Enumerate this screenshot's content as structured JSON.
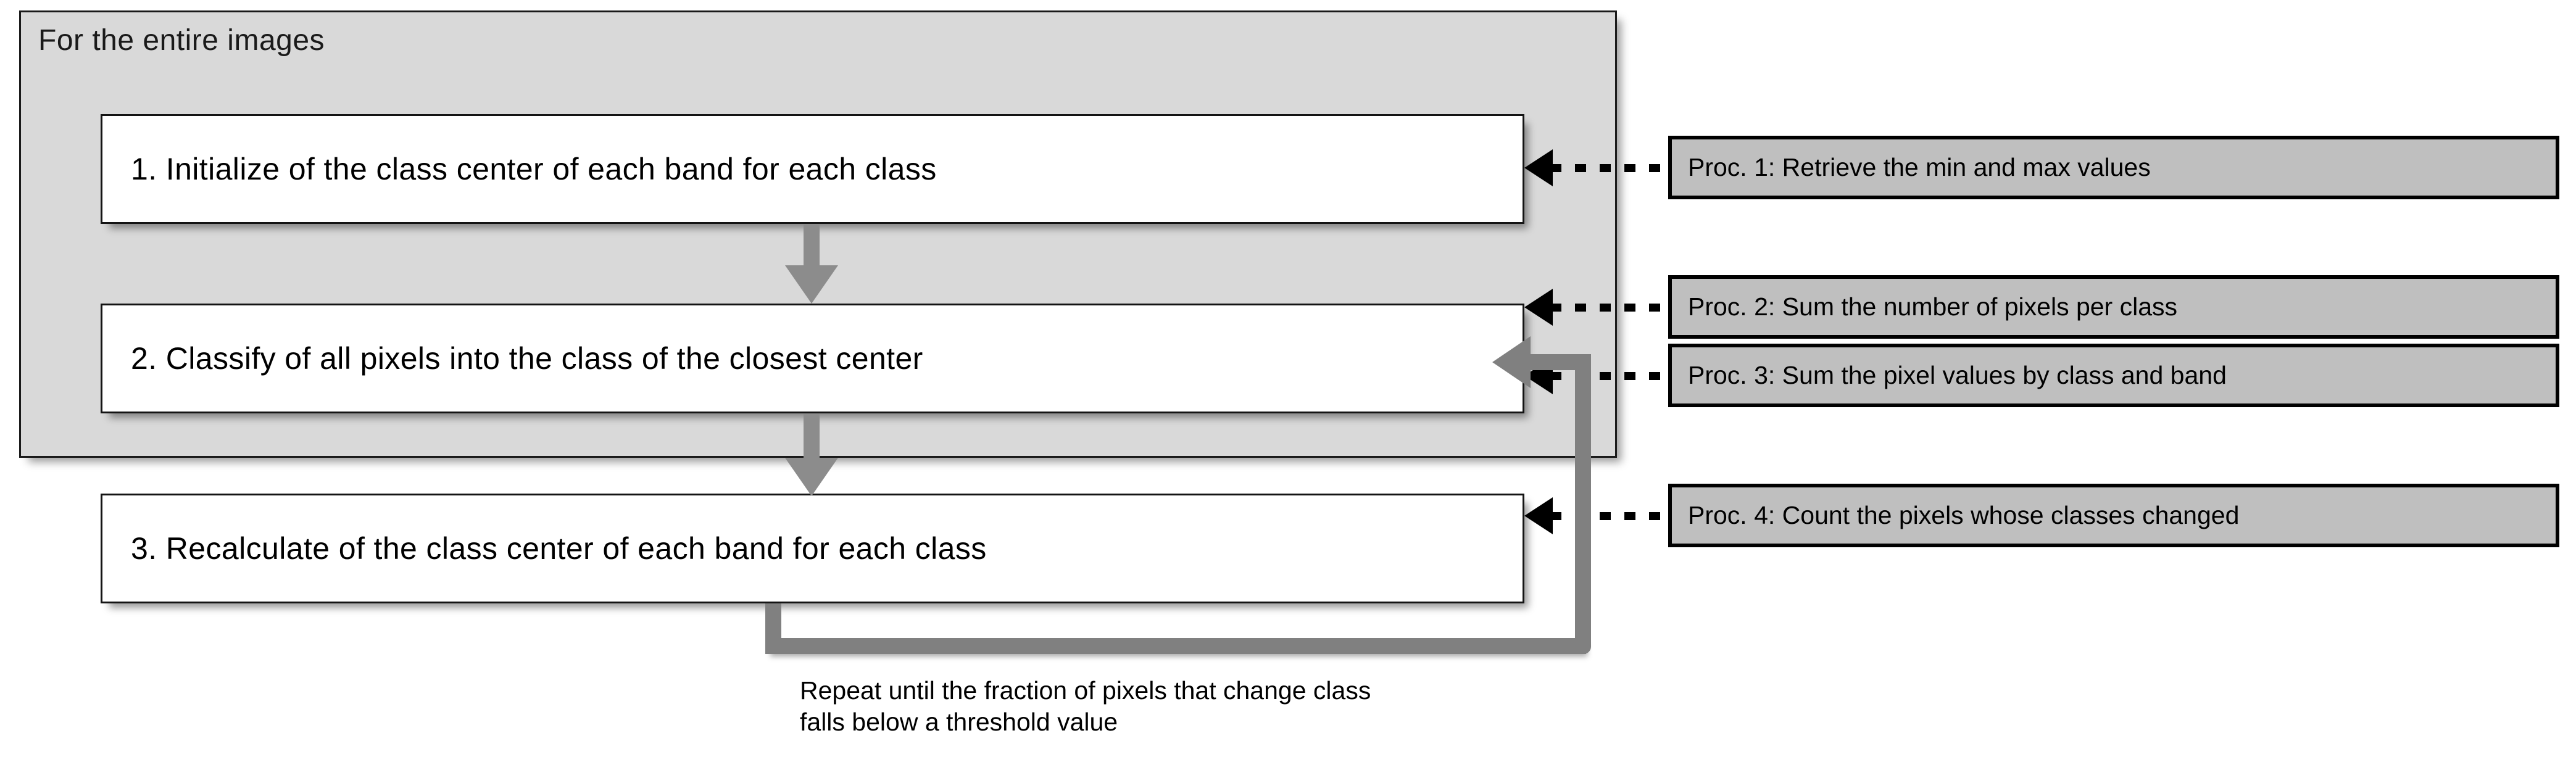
{
  "diagram": {
    "group": {
      "title": "For the entire images"
    },
    "steps": [
      {
        "id": "step1",
        "label": "1. Initialize of the class center of each band for each class"
      },
      {
        "id": "step2",
        "label": "2. Classify of all pixels into the class of the closest center"
      },
      {
        "id": "step3",
        "label": "3. Recalculate of the class center of each band for each class"
      }
    ],
    "procedures": [
      {
        "id": "proc1",
        "label": "Proc. 1: Retrieve the min and max values"
      },
      {
        "id": "proc2",
        "label": "Proc. 2: Sum the number of pixels per class"
      },
      {
        "id": "proc3",
        "label": "Proc. 3: Sum the pixel values by class and band"
      },
      {
        "id": "proc4",
        "label": "Proc. 4: Count the pixels whose classes changed"
      }
    ],
    "loop_caption": "Repeat until the fraction of pixels that change class\nfalls below a threshold value",
    "colors": {
      "group_fill": "#d9d9d9",
      "step_fill": "#ffffff",
      "proc_fill": "#bfbfbf",
      "arrow_grey": "#8c8c8c",
      "loop_grey": "#808080",
      "outline": "#000000"
    }
  }
}
